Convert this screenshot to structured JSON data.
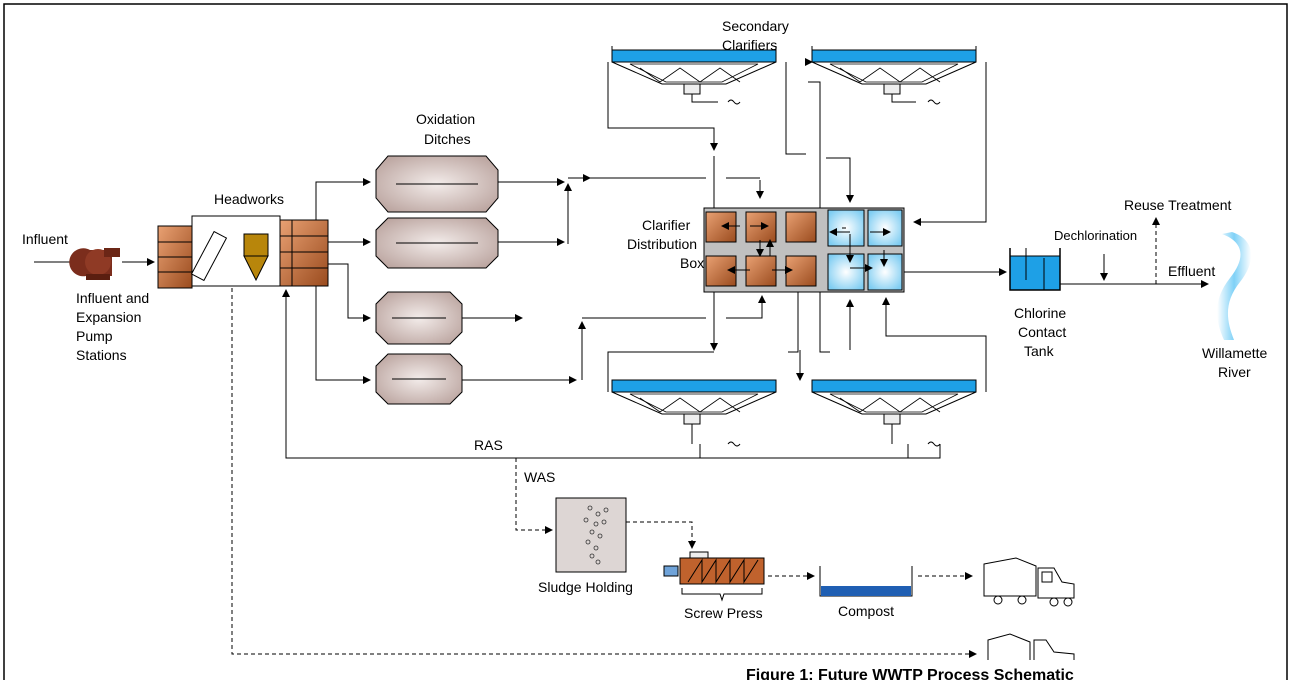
{
  "labels": {
    "influent": "Influent",
    "pump_line1": "Influent and",
    "pump_line2": "Expansion",
    "pump_line3": "Pump",
    "pump_line4": "Stations",
    "headworks": "Headworks",
    "oxidation_line1": "Oxidation",
    "oxidation_line2": "Ditches",
    "secondary_line1": "Secondary",
    "secondary_line2": "Clarifiers",
    "distbox_line1": "Clarifier",
    "distbox_line2": "Distribution",
    "distbox_line3": "Box",
    "reuse": "Reuse Treatment",
    "dechlorination": "Dechlorination",
    "effluent": "Effluent",
    "chlorine_line1": "Chlorine",
    "chlorine_line2": "Contact",
    "chlorine_line3": "Tank",
    "river_line1": "Willamette",
    "river_line2": "River",
    "ras": "RAS",
    "was": "WAS",
    "sludge_holding": "Sludge Holding",
    "screw_press": "Screw Press",
    "compost": "Compost"
  },
  "title": "Figure 1: Future WWTP Process Schematic",
  "colors": {
    "brown": "#a0522d",
    "pump": "#7b2d1c",
    "blue": "#1ea0e6",
    "light_blue": "#aee0f6",
    "ditch": "#d9c8c5",
    "gold": "#b8860b"
  }
}
